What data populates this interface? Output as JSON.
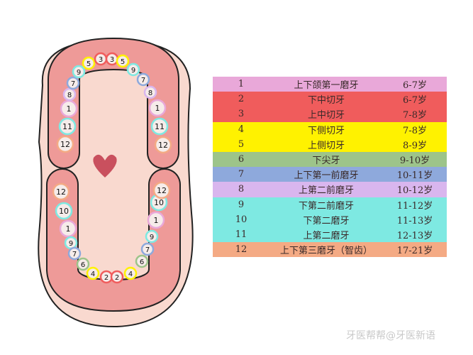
{
  "table": {
    "rows": [
      {
        "num": "1",
        "name": "上下颌第一磨牙",
        "age": "6-7岁",
        "color": "#e9a8d9"
      },
      {
        "num": "2",
        "name": "下中切牙",
        "age": "6-7岁",
        "color": "#f05c5c"
      },
      {
        "num": "3",
        "name": "上中切牙",
        "age": "7-8岁",
        "color": "#f05c5c"
      },
      {
        "num": "4",
        "name": "下侧切牙",
        "age": "7-8岁",
        "color": "#fff200"
      },
      {
        "num": "5",
        "name": "上侧切牙",
        "age": "8-9岁",
        "color": "#fff200"
      },
      {
        "num": "6",
        "name": "下尖牙",
        "age": "9-10岁",
        "color": "#9dc48a"
      },
      {
        "num": "7",
        "name": "上下第一前磨牙",
        "age": "10-11岁",
        "color": "#8ea9dc"
      },
      {
        "num": "8",
        "name": "上第二前磨牙",
        "age": "10-12岁",
        "color": "#d9b6ee"
      },
      {
        "num": "9",
        "name": "下第二前磨牙",
        "age": "11-12岁",
        "color": "#7ee9e2"
      },
      {
        "num": "10",
        "name": "下第二磨牙",
        "age": "11-13岁",
        "color": "#7ee9e2"
      },
      {
        "num": "11",
        "name": "上第二磨牙",
        "age": "12-13岁",
        "color": "#7ee9e2"
      },
      {
        "num": "12",
        "name": "上下第三磨牙（智齿）",
        "age": "17-21岁",
        "color": "#f4aa84"
      }
    ]
  },
  "diagram": {
    "upper_teeth": [
      "12",
      "11",
      "1",
      "8",
      "7",
      "9",
      "5",
      "3",
      "3",
      "5",
      "9",
      "7",
      "8",
      "1",
      "11",
      "12"
    ],
    "lower_teeth": [
      "12",
      "10",
      "1",
      "9",
      "7",
      "6",
      "4",
      "2",
      "2",
      "4",
      "6",
      "7",
      "9",
      "1",
      "10",
      "12"
    ],
    "colors": {
      "skin": "#f9d9cf",
      "gum": "#ee9a98",
      "heart": "#c9505e",
      "outline": "#222222"
    }
  },
  "watermark": "牙医帮帮@牙医新语"
}
